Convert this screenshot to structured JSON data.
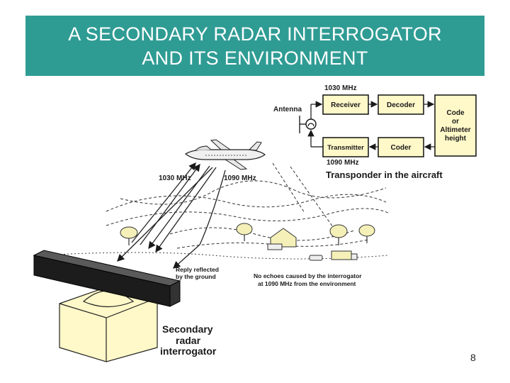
{
  "slide": {
    "title_line1": "A SECONDARY RADAR INTERROGATOR",
    "title_line2": "AND ITS ENVIRONMENT",
    "page_number": "8"
  },
  "transponder": {
    "freq_in": "1030 MHz",
    "antenna": "Antenna",
    "receiver": "Receiver",
    "decoder": "Decoder",
    "code_line1": "Code",
    "code_line2": "or",
    "code_line3": "Altimeter",
    "code_line4": "height",
    "transmitter": "Transmitter",
    "coder": "Coder",
    "freq_out": "1090 MHz",
    "caption": "Transponder in the aircraft"
  },
  "environment": {
    "uplink_freq": "1030 MHz",
    "downlink_freq": "1090 MHz",
    "reply_line1": "Reply reflected",
    "reply_line2": "by the ground",
    "echo_line1": "No echoes caused by the interrogator",
    "echo_line2": "at 1090 MHz from the environment"
  },
  "interrogator": {
    "line1": "Secondary",
    "line2": "radar",
    "line3": "interrogator"
  },
  "colors": {
    "title_bg": "#2f9c94",
    "box_fill": "#fff8c8",
    "antenna_bar": "#1c1c1c"
  }
}
